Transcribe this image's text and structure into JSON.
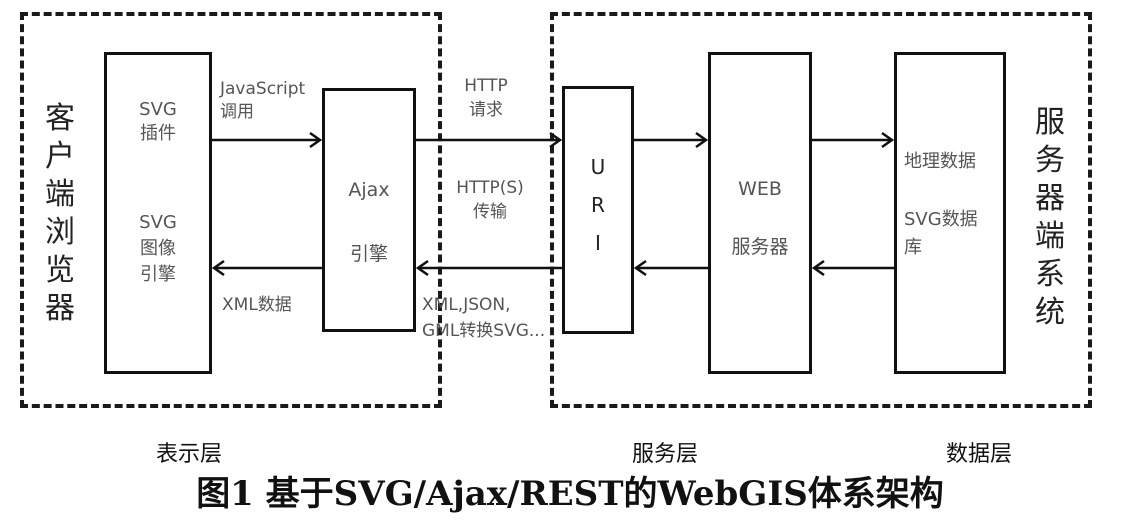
{
  "client": {
    "title_chars": [
      "客",
      "户",
      "端",
      "浏",
      "览",
      "器"
    ],
    "svg_plugin": [
      "SVG",
      "插件"
    ],
    "svg_image_engine": [
      "SVG",
      "图像",
      "引擎"
    ]
  },
  "ajax": {
    "lines": [
      "Ajax",
      "引擎"
    ]
  },
  "uri": {
    "chars": [
      "U",
      "R",
      "I"
    ]
  },
  "web": {
    "lines": [
      "WEB",
      "服务器"
    ]
  },
  "database": {
    "lines": [
      "地理数据",
      "SVG数据",
      "库"
    ]
  },
  "server": {
    "title_chars": [
      "服",
      "务",
      "器",
      "端",
      "系",
      "统"
    ]
  },
  "arrow_labels": {
    "js_call": [
      "JavaScript",
      "调用"
    ],
    "xml_data": "XML数据",
    "http_request": [
      "HTTP",
      "请求"
    ],
    "https_transfer": [
      "HTTP(S)",
      "传输"
    ],
    "xml_json": [
      "XML,JSON,",
      "GML转换SVG..."
    ]
  },
  "layers": {
    "presentation": "表示层",
    "service": "服务层",
    "data": "数据层"
  },
  "caption": "图1   基于SVG/Ajax/REST的WebGIS体系架构"
}
